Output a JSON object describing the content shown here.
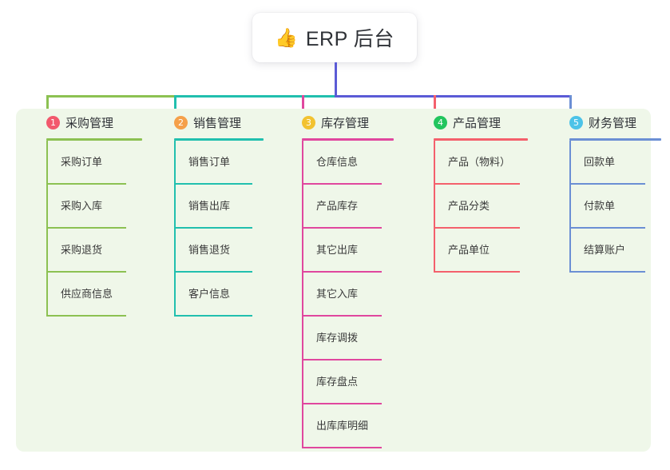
{
  "root": {
    "icon": "thumbs-up-icon",
    "emoji": "👍",
    "title": "ERP 后台"
  },
  "palette": {
    "panel_bg": "#eff7e9",
    "page_bg": "#ffffff",
    "root_stem": "#5b5bd6",
    "text": "#2f3237",
    "item_text": "#3a3a3a"
  },
  "columns": [
    {
      "number": "1",
      "label": "采购管理",
      "badge_color": "#f2596d",
      "line_color": "#8cc152",
      "items": [
        "采购订单",
        "采购入库",
        "采购退货",
        "供应商信息"
      ]
    },
    {
      "number": "2",
      "label": "销售管理",
      "badge_color": "#f5a04a",
      "line_color": "#21bfae",
      "items": [
        "销售订单",
        "销售出库",
        "销售退货",
        "客户信息"
      ]
    },
    {
      "number": "3",
      "label": "库存管理",
      "badge_color": "#f2c230",
      "line_color": "#e0479e",
      "items": [
        "仓库信息",
        "产品库存",
        "其它出库",
        "其它入库",
        "库存调拨",
        "库存盘点",
        "出库库明细"
      ]
    },
    {
      "number": "4",
      "label": "产品管理",
      "badge_color": "#22c55e",
      "line_color": "#f4606c",
      "items": [
        "产品（物料）",
        "产品分类",
        "产品单位"
      ]
    },
    {
      "number": "5",
      "label": "财务管理",
      "badge_color": "#4cc3e8",
      "line_color": "#6b8fd4",
      "items": [
        "回款单",
        "付款单",
        "结算账户"
      ]
    }
  ],
  "connectors": {
    "bar_left_color": "#8cc152",
    "bar_mid_color": "#21bfae",
    "bar_right_color": "#5b5bd6",
    "drop_colors": [
      "#8cc152",
      "#21bfae",
      "#e0479e",
      "#f4606c",
      "#6b8fd4"
    ]
  }
}
